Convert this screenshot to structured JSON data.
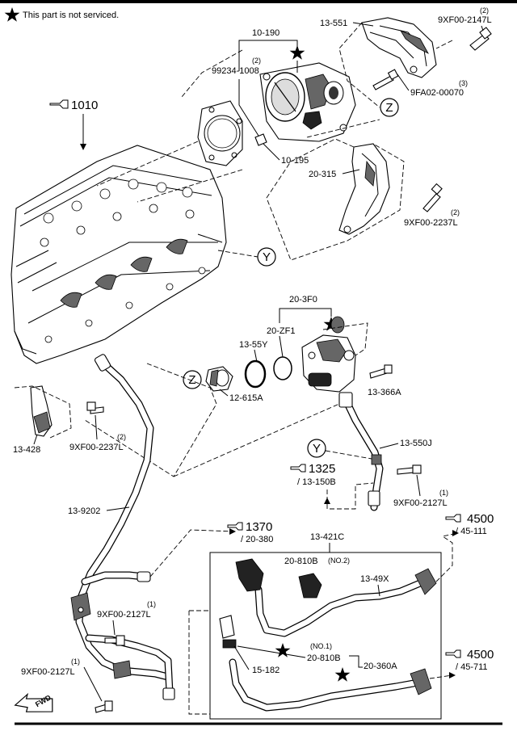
{
  "note": {
    "text": "This part is not serviced."
  },
  "labels": {
    "p10_190": "10-190",
    "p99234_qty": "(2)",
    "p99234": "99234-1008",
    "p13_551": "13-551",
    "p9xf2147_qty": "(2)",
    "p9xf2147": "9XF00-2147L",
    "p9fa02_qty": "(3)",
    "p9fa02": "9FA02-00070",
    "ref1010": "1010",
    "p10_195": "10-195",
    "p20_315": "20-315",
    "p9xf2237a_qty": "(2)",
    "p9xf2237a": "9XF00-2237L",
    "p20_3f0": "20-3F0",
    "p20_zf1": "20-ZF1",
    "p13_55y": "13-55Y",
    "p12_615a": "12-615A",
    "p13_366a": "13-366A",
    "p13_428": "13-428",
    "p9xf2237b_qty": "(2)",
    "p9xf2237b": "9XF00-2237L",
    "p13_550j": "13-550J",
    "ref1325": "1325",
    "ref1325_sub": "/ 13-150B",
    "p9xf2127a_qty": "(1)",
    "p9xf2127a": "9XF00-2127L",
    "p13_9202": "13-9202",
    "ref1370": "1370",
    "ref1370_sub": "/ 20-380",
    "ref4500a": "4500",
    "ref4500a_sub": "/ 45-111",
    "p13_421c": "13-421C",
    "p20_810b_no2": "20-810B",
    "no2": "(NO.2)",
    "p13_49x": "13-49X",
    "p9xf2127b_qty": "(1)",
    "p9xf2127b": "9XF00-2127L",
    "no1": "(NO.1)",
    "p20_810b_no1": "20-810B",
    "p20_360a": "20-360A",
    "p15_182": "15-182",
    "ref4500b": "4500",
    "ref4500b_sub": "/ 45-711",
    "p9xf2127c_qty": "(1)",
    "p9xf2127c": "9XF00-2127L",
    "fwd": "FWD"
  },
  "callouts": {
    "z": "Z",
    "y": "Y"
  }
}
